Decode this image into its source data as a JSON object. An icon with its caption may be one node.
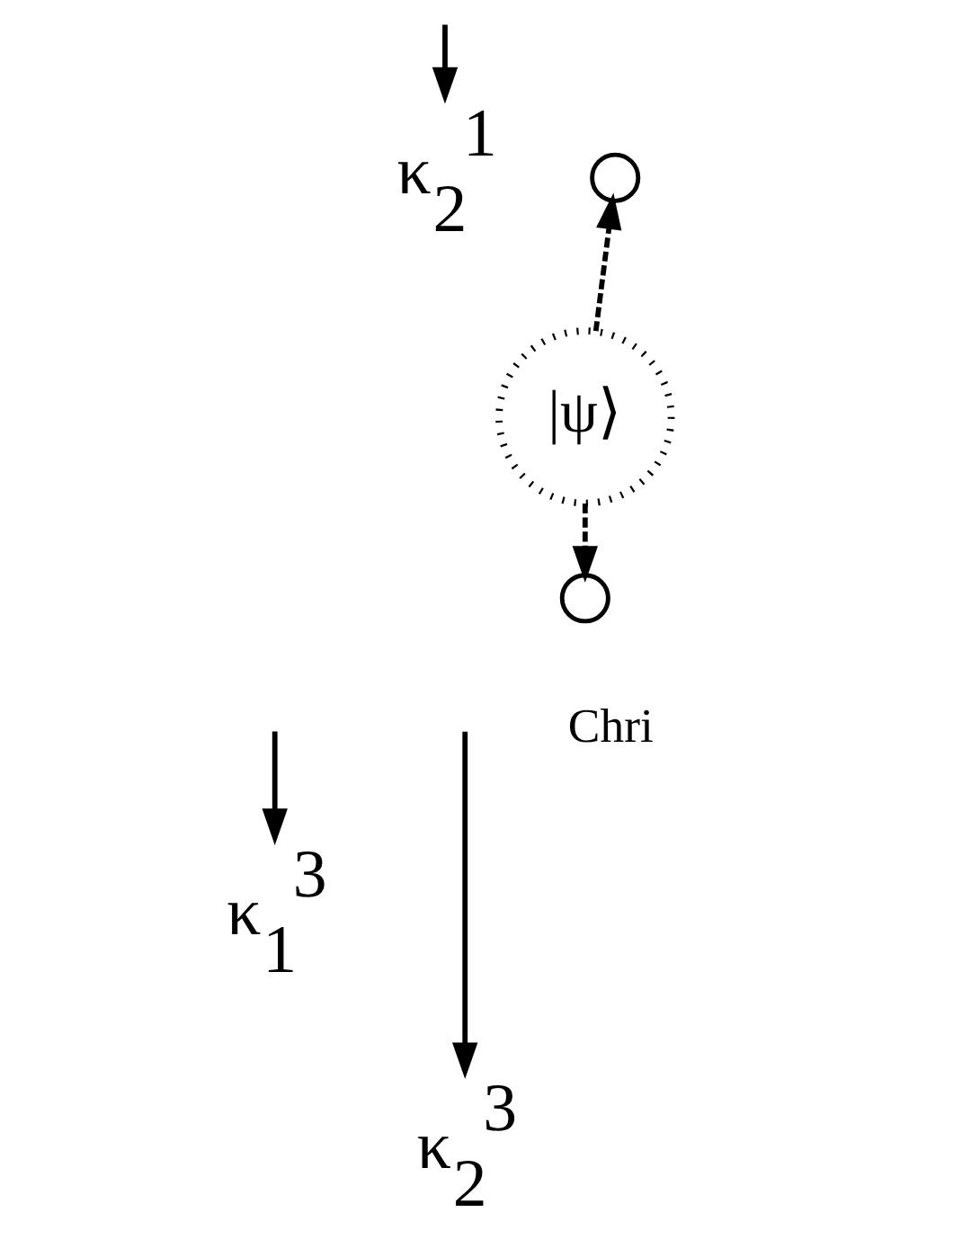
{
  "diagram": {
    "nodes": [
      {
        "text": [
          "κ$_{2}$$^{1}$"
        ]
      },
      {
        "text": [],
        "shape": "circle"
      },
      {
        "text": [
          "|ψ⟩"
        ]
      },
      {
        "text": [],
        "shape": "circle"
      },
      {
        "text": [
          "κ$_{1}$$^{3}$"
        ]
      },
      {
        "text": [
          "κ$_{2}$$^{3}$"
        ]
      }
    ],
    "edges": [
      {
        "from": null,
        "to": 0,
        "arrow": "to"
      },
      {
        "from": 2,
        "to": 1,
        "arrow": "to",
        "style": "dashed"
      },
      {
        "from": 2,
        "to": 3,
        "arrow": "to",
        "style": "dashed"
      },
      {
        "from": null,
        "to": 4,
        "arrow": "to"
      },
      {
        "from": null,
        "to": 5,
        "arrow": "to"
      }
    ],
    "labels": [
      "Chri"
    ]
  }
}
